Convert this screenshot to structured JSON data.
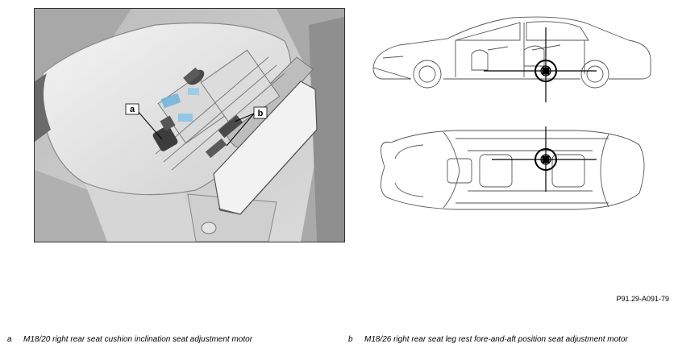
{
  "photo": {
    "callouts": [
      {
        "letter": "a"
      },
      {
        "letter": "b"
      }
    ]
  },
  "reference": "P91.29-A091-79",
  "captions": [
    {
      "key": "a",
      "text": "M18/20 right rear seat cushion inclination seat adjustment motor"
    },
    {
      "key": "b",
      "text": "M18/26 right rear seat leg rest fore-and-aft position seat adjustment motor"
    }
  ]
}
